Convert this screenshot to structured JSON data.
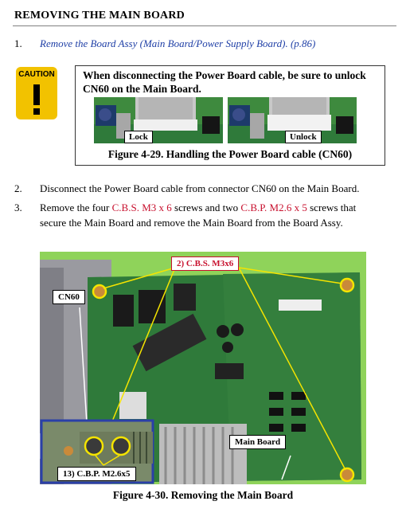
{
  "section": {
    "title": "REMOVING THE MAIN BOARD"
  },
  "steps": [
    {
      "number": "1.",
      "text": "Remove the Board Assy (Main Board/Power Supply Board). (p.86)"
    },
    {
      "number": "2.",
      "text": "Disconnect the Power Board cable from connector CN60 on the Main Board."
    },
    {
      "number": "3.",
      "text_parts": [
        "Remove the four ",
        "C.B.S. M3 x 6",
        " screws and two ",
        "C.B.P. M2.6 x 5",
        " screws that"
      ],
      "line2": "secure the Main Board and remove the Main Board from the Board Assy."
    }
  ],
  "caution": {
    "icon_label": "CAUTION",
    "text": "When disconnecting the Power Board cable, be sure to unlock CN60 on the Main Board.",
    "photo_labels": {
      "left": "Lock",
      "right": "Unlock"
    },
    "figure_caption": "Figure 4-29. Handling the Power Board cable (CN60)"
  },
  "figure_main": {
    "callouts": {
      "screws_m3": "2) C.B.S. M3x6",
      "connector": "CN60",
      "board": "Main Board",
      "screws_m26": "13) C.B.P. M2.6x5"
    },
    "caption": "Figure 4-30. Removing the Main Board"
  },
  "colors": {
    "link": "#1f3fa6",
    "red": "#c8102e",
    "caution_bg": "#f2c200",
    "board_green": "#2f7a3a",
    "backdrop_green": "#8fd35a",
    "leader_yellow": "#f5e400",
    "inset_border": "#2a3fa8"
  }
}
